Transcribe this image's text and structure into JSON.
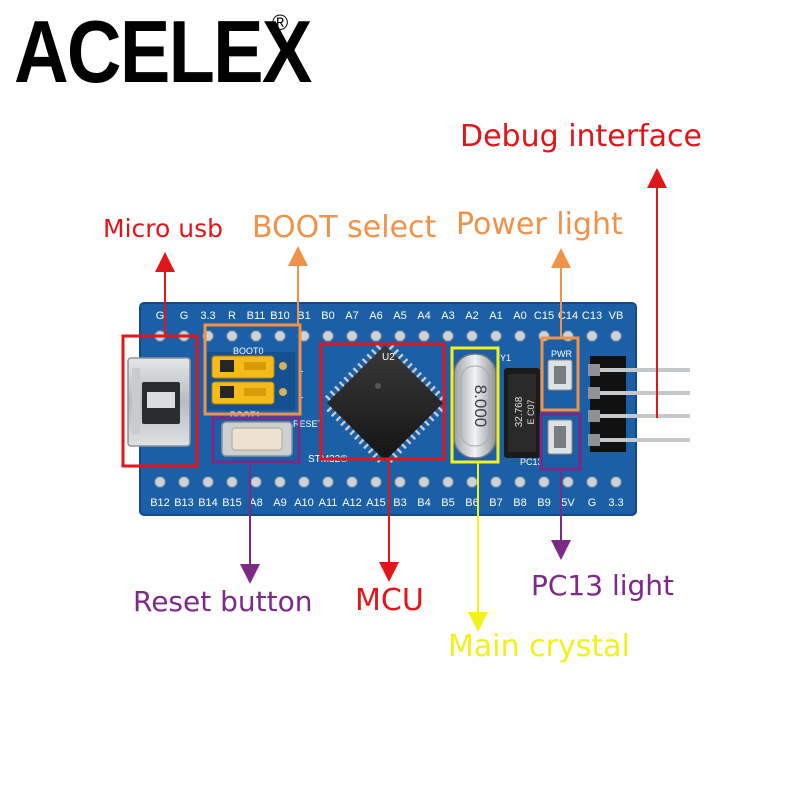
{
  "brand": {
    "name": "ACELEX",
    "registered_mark": "®"
  },
  "labels": {
    "debug_interface": "Debug interface",
    "micro_usb": "Micro usb",
    "boot_select": "BOOT select",
    "power_light": "Power light",
    "reset_button": "Reset button",
    "mcu": "MCU",
    "pc13_light": "PC13 light",
    "main_crystal": "Main crystal"
  },
  "board": {
    "top_pins": [
      "G",
      "G",
      "3.3",
      "R",
      "B11",
      "B10",
      "B1",
      "B0",
      "A7",
      "A6",
      "A5",
      "A4",
      "A3",
      "A2",
      "A1",
      "A0",
      "C15",
      "C14",
      "C13",
      "VB"
    ],
    "bottom_pins": [
      "B12",
      "B13",
      "B14",
      "B15",
      "A8",
      "A9",
      "A10",
      "A11",
      "A12",
      "A15",
      "B3",
      "B4",
      "B5",
      "B6",
      "B7",
      "B8",
      "B9",
      "5V",
      "G",
      "3.3"
    ],
    "silkscreen": {
      "boot0": "BOOT0",
      "boot1": "BOOT1",
      "reset": "RESET",
      "stm32": "STM32®",
      "u2": "U2",
      "y1": "Y1",
      "pwr": "PWR",
      "pc13": "PC13",
      "crystal_freq": "8.000",
      "rtc_crystal": "32.768",
      "rtc_crystal_code": "E C07",
      "jumper_one_a": "1",
      "jumper_one_b": "1"
    }
  },
  "colors": {
    "red": "#e0161b",
    "orange": "#f0924a",
    "purple": "#7b2a86",
    "yellow": "#f2f21a",
    "pcb": "#1b5fa6",
    "pcb_dark": "#124a8a"
  }
}
